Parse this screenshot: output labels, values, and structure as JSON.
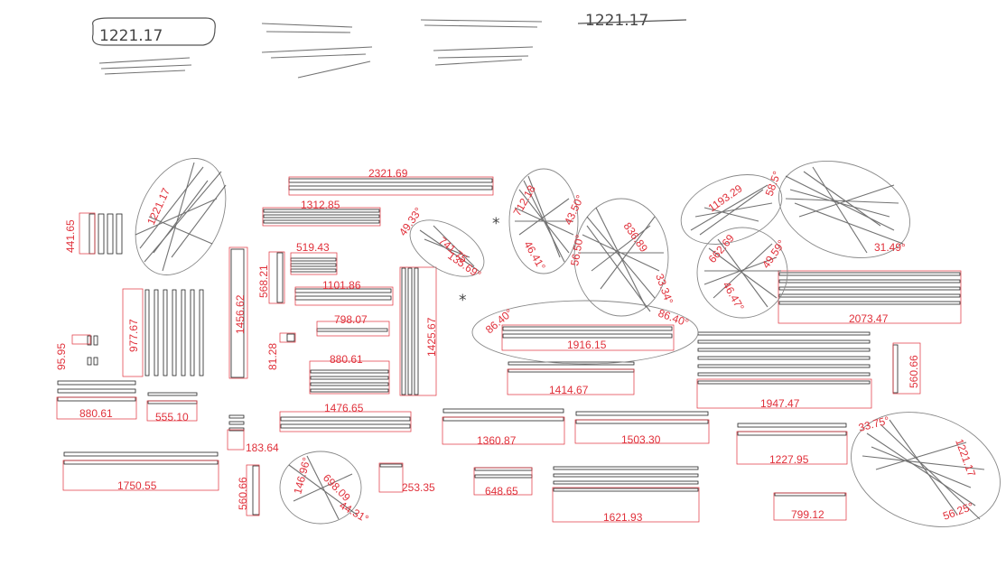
{
  "header": {
    "circled_note": "1221.17",
    "top_right_note": "1221.17"
  },
  "labels": {
    "l2321_69": "2321.69",
    "l1312_85": "1312.85",
    "l519_43": "519.43",
    "l1101_86": "1101.86",
    "l798_07": "798.07",
    "l880_61_mid": "880.61",
    "l1476_65": "1476.65",
    "l1425_67": "1425.67",
    "l1456_62": "1456.62",
    "l568_21": "568.21",
    "l81_28": "81.28",
    "l977_67": "977.67",
    "l441_65": "441.65",
    "l95_95": "95.95",
    "l880_61_left": "880.61",
    "l555_10": "555.10",
    "l183_64": "183.64",
    "l1750_55": "1750.55",
    "l560_66_left": "560.66",
    "l253_35": "253.35",
    "l648_65": "648.65",
    "l1360_87": "1360.87",
    "l1503_30": "1503.30",
    "l1621_93": "1621.93",
    "l1916_15": "1916.15",
    "l1414_67": "1414.67",
    "l1947_47": "1947.47",
    "l560_66_right": "560.66",
    "l2073_47": "2073.47",
    "l1227_95": "1227.95",
    "l799_12": "799.12",
    "l1221_17_a": "1221.17",
    "l1221_17_b": "1221.17",
    "l49_33": "49.33°",
    "l741_75": "741.75",
    "l135_69": "135.69°",
    "l712_18": "712.18",
    "l43_50": "43.50°",
    "l46_41": "46.41°",
    "l56_50": "56.50°",
    "l836_89": "836.89",
    "l33_34": "33.34°",
    "l86_40_a": "86.40°",
    "l86_40_b": "86.40°",
    "l1193_29": "1193.29",
    "l58_5": "58.5°",
    "l31_49": "31.49°",
    "l662_69": "662.69",
    "l49_59": "49.59°",
    "l46_47": "46.47°",
    "l146_96": "146.96°",
    "l698_09": "698.09",
    "l44_31": "44.31°",
    "l33_75": "33.75°",
    "l56_25": "56.25°"
  }
}
